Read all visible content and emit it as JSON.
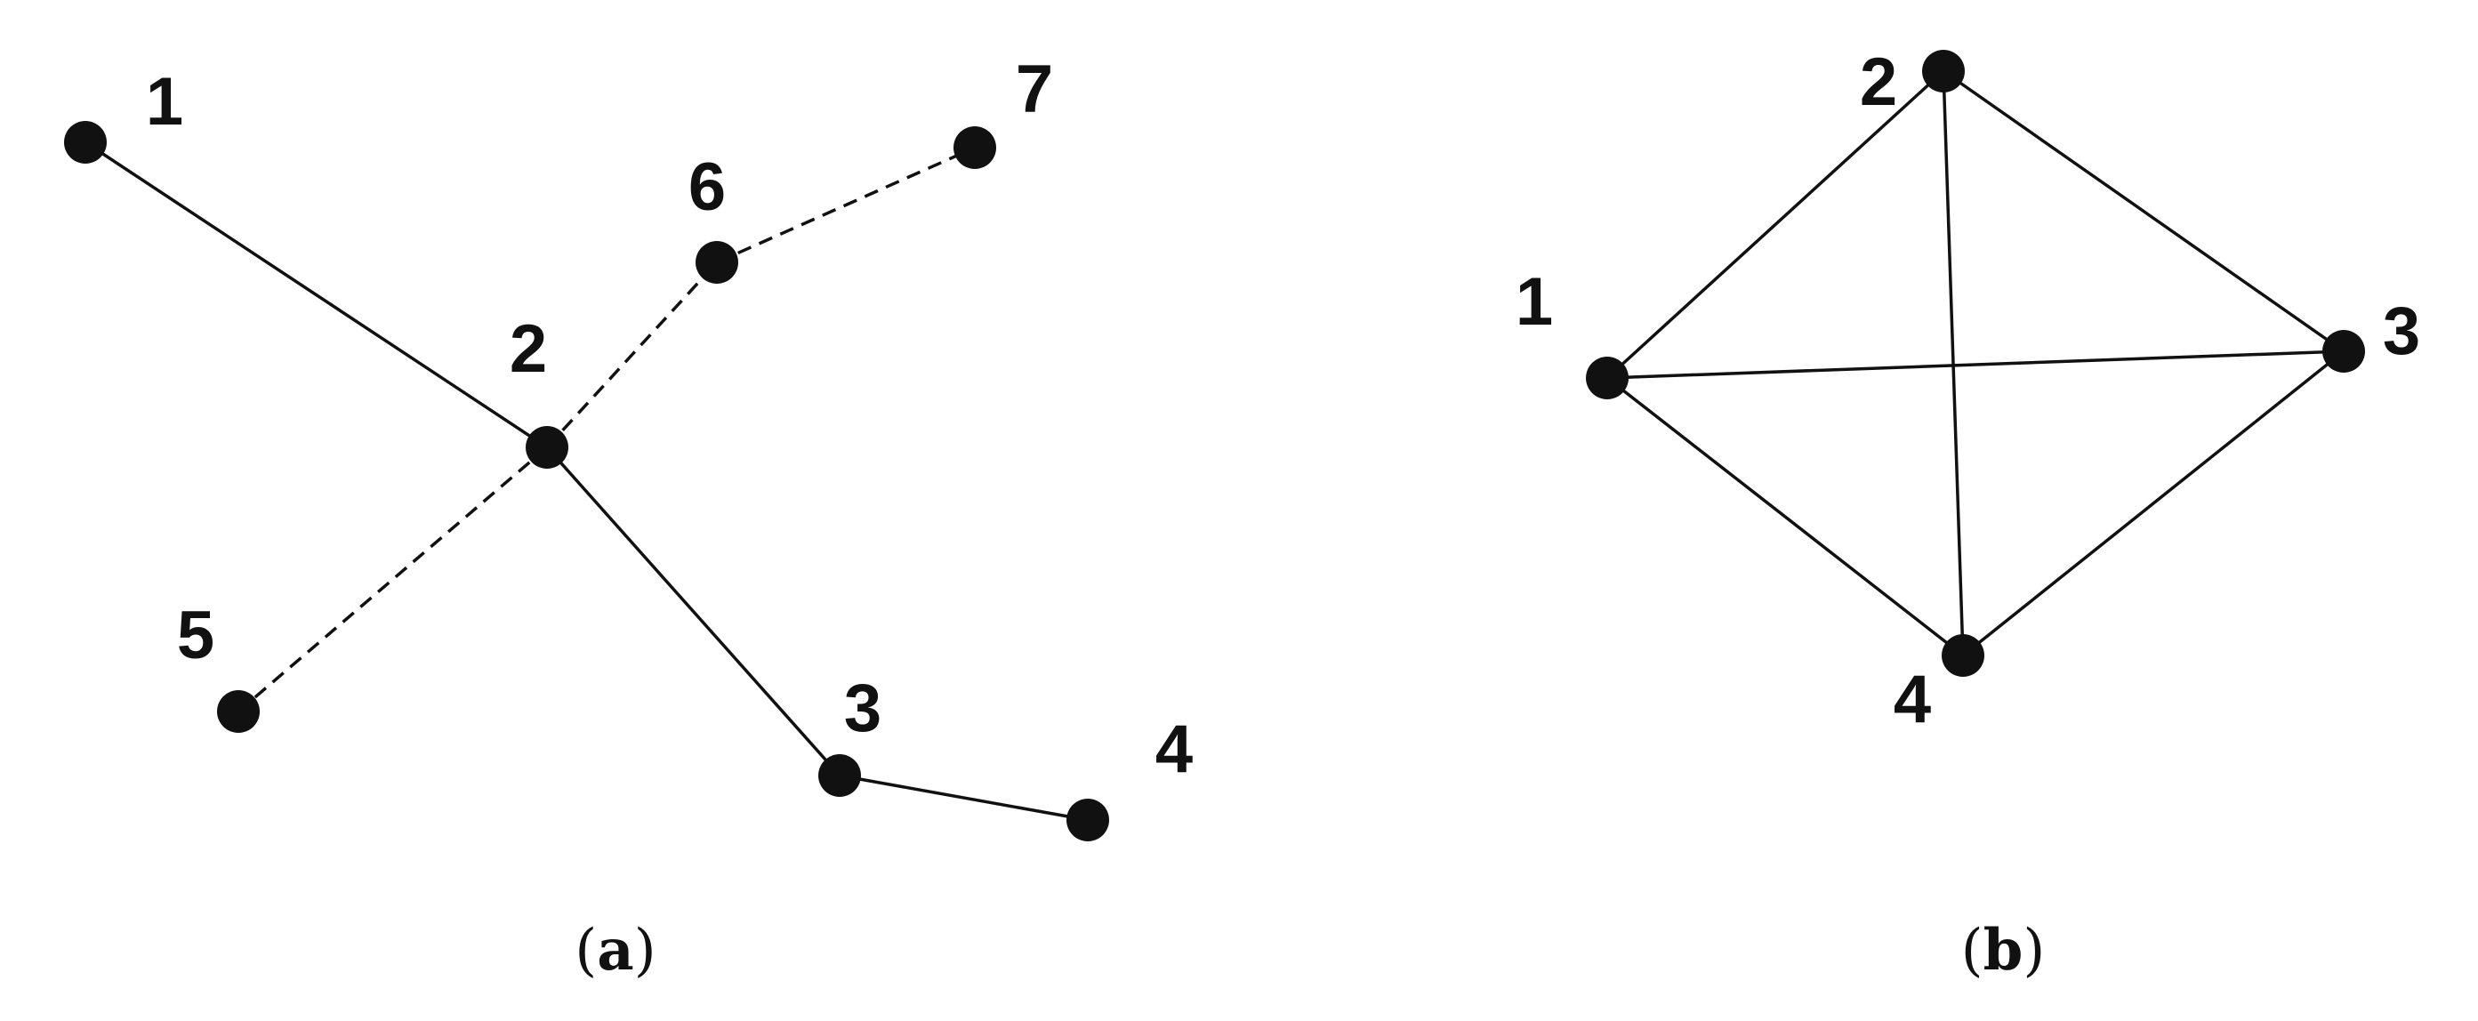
{
  "figures": [
    {
      "id": "a",
      "caption": {
        "open": "(",
        "letter": "a",
        "close": ")"
      },
      "nodes": [
        {
          "id": "1",
          "label": "1"
        },
        {
          "id": "2",
          "label": "2"
        },
        {
          "id": "3",
          "label": "3"
        },
        {
          "id": "4",
          "label": "4"
        },
        {
          "id": "5",
          "label": "5"
        },
        {
          "id": "6",
          "label": "6"
        },
        {
          "id": "7",
          "label": "7"
        }
      ],
      "edges": [
        {
          "from": "1",
          "to": "2",
          "style": "solid"
        },
        {
          "from": "2",
          "to": "3",
          "style": "solid"
        },
        {
          "from": "3",
          "to": "4",
          "style": "solid"
        },
        {
          "from": "2",
          "to": "5",
          "style": "dashed"
        },
        {
          "from": "2",
          "to": "6",
          "style": "dashed"
        },
        {
          "from": "6",
          "to": "7",
          "style": "dashed"
        }
      ]
    },
    {
      "id": "b",
      "caption": {
        "open": "(",
        "letter": "b",
        "close": ")"
      },
      "nodes": [
        {
          "id": "1",
          "label": "1"
        },
        {
          "id": "2",
          "label": "2"
        },
        {
          "id": "3",
          "label": "3"
        },
        {
          "id": "4",
          "label": "4"
        }
      ],
      "edges": [
        {
          "from": "1",
          "to": "2",
          "style": "solid"
        },
        {
          "from": "1",
          "to": "3",
          "style": "solid"
        },
        {
          "from": "1",
          "to": "4",
          "style": "solid"
        },
        {
          "from": "2",
          "to": "3",
          "style": "solid"
        },
        {
          "from": "2",
          "to": "4",
          "style": "solid"
        },
        {
          "from": "3",
          "to": "4",
          "style": "solid"
        }
      ]
    }
  ],
  "colors": {
    "ink": "#111111",
    "background": "#ffffff"
  }
}
